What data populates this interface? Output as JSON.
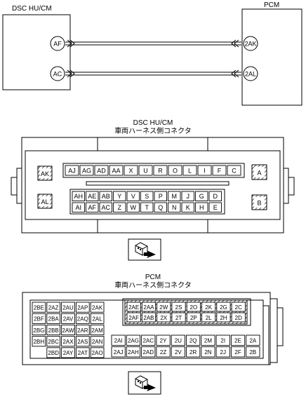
{
  "wiring": {
    "left_unit_label": "DSC HU/CM",
    "right_unit_label": "PCM",
    "wires": [
      {
        "from_pin": "AF",
        "to_pin": "2AK"
      },
      {
        "from_pin": "AC",
        "to_pin": "2AL"
      }
    ]
  },
  "dsc_connector": {
    "title": "DSC HU/CM",
    "subtitle": "車両ハーネス側コネクタ",
    "left_pins": [
      "AK",
      "AL"
    ],
    "right_pins": [
      "A",
      "B"
    ],
    "top_row": [
      "AJ",
      "AG",
      "AD",
      "AA",
      "X",
      "U",
      "R",
      "O",
      "L",
      "I",
      "F",
      "C"
    ],
    "middle_row": [
      "AH",
      "AE",
      "AB",
      "Y",
      "V",
      "S",
      "P",
      "M",
      "J",
      "G",
      "D"
    ],
    "bottom_row": [
      "AI",
      "AF",
      "AC",
      "Z",
      "W",
      "T",
      "Q",
      "N",
      "K",
      "H",
      "E"
    ]
  },
  "pcm_connector": {
    "title": "PCM",
    "subtitle": "車両ハーネス側コネクタ",
    "left_block": [
      [
        "2BE",
        "2AZ",
        "2AU",
        "2AP",
        "2AK"
      ],
      [
        "2BF",
        "2BA",
        "2AV",
        "2AQ",
        "2AL"
      ],
      [
        "2BG",
        "2BB",
        "2AW",
        "2AR",
        "2AM"
      ],
      [
        "2BH",
        "2BC",
        "2AX",
        "2AS",
        "2AN"
      ],
      [
        "",
        "2BD",
        "2AY",
        "2AT",
        "2AO"
      ]
    ],
    "right_upper": [
      [
        "2AE",
        "2AA",
        "2W",
        "2S",
        "2O",
        "2K",
        "2G",
        "2C"
      ],
      [
        "2AF",
        "2AB",
        "2X",
        "2T",
        "2P",
        "2L",
        "2H",
        "2D"
      ]
    ],
    "right_lower": [
      [
        "2AI",
        "2AG",
        "2AC",
        "2Y",
        "2U",
        "2Q",
        "2M",
        "2I",
        "2E",
        "2A"
      ],
      [
        "2AJ",
        "2AH",
        "2AD",
        "2Z",
        "2V",
        "2R",
        "2N",
        "2J",
        "2F",
        "2B"
      ]
    ]
  }
}
